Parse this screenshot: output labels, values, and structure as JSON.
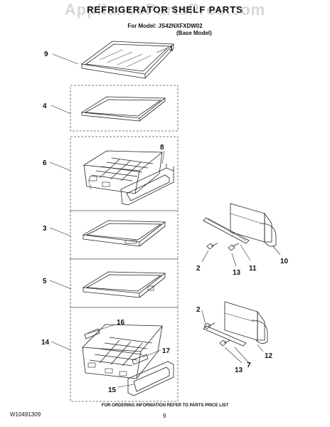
{
  "header": {
    "watermark": "AppliancePartsPros.com",
    "title": "REFRIGERATOR SHELF PARTS",
    "model_line": "For Model: JS42NXFXDW02",
    "model_sub": "(Base Model)"
  },
  "callouts": [
    "1",
    "9",
    "4",
    "6",
    "8",
    "3",
    "2",
    "13",
    "11",
    "10",
    "5",
    "2",
    "12",
    "7",
    "13",
    "14",
    "16",
    "17",
    "15"
  ],
  "footer": {
    "note": "FOR ORDERING INFORMATION REFER TO PARTS PRICE LIST",
    "doc_number": "W10491309",
    "page_number": "9"
  }
}
